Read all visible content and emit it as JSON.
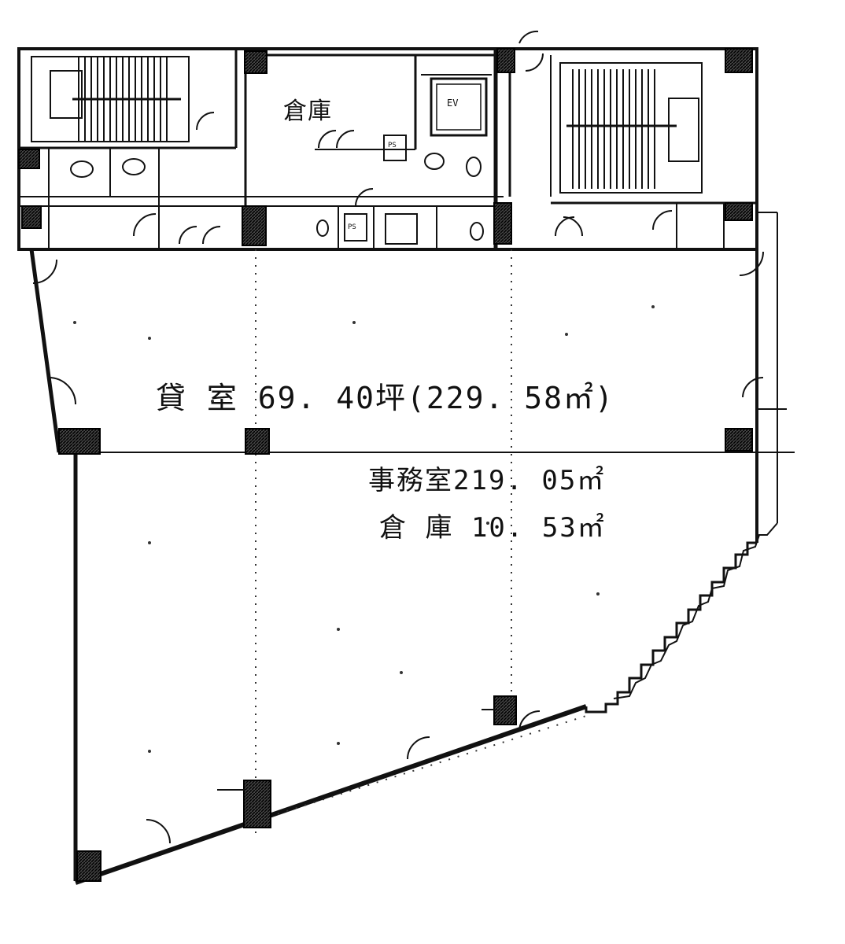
{
  "rental_label": "貸 室 69. 40坪(229. 58㎡)",
  "office_label": "事務室219. 05㎡",
  "storage_area_label": "倉 庫 10. 53㎡",
  "storage_room_label": "倉庫",
  "small_labels": {
    "ev": "EV",
    "ps_1": "PS",
    "ps_2": "PS"
  }
}
